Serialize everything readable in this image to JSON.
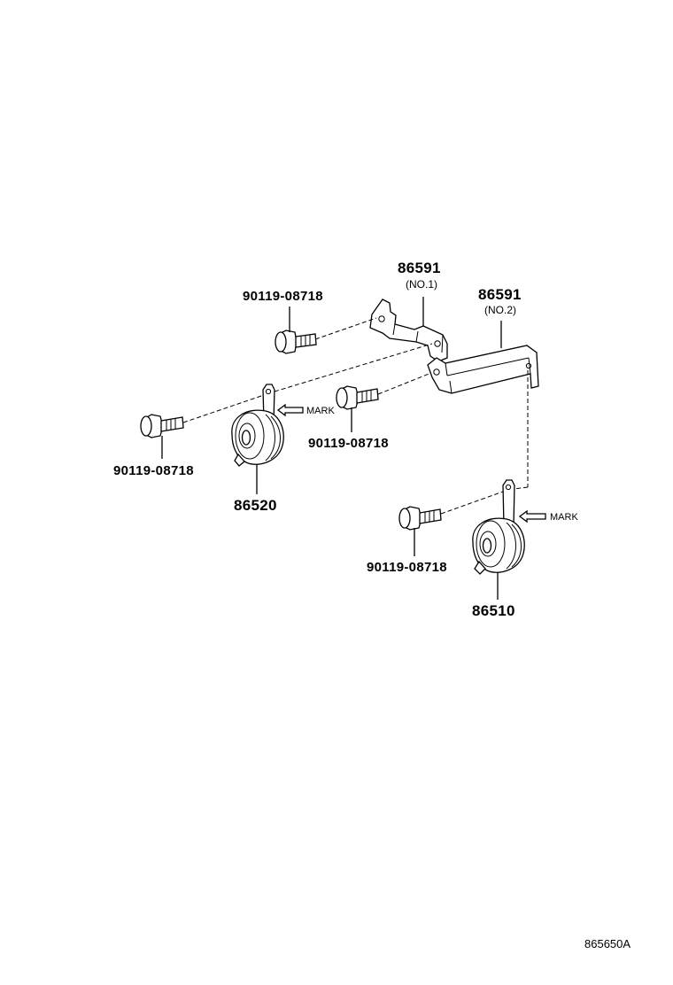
{
  "diagram": {
    "labels": {
      "bracket_no1_part": "86591",
      "bracket_no1_sub": "(NO.1)",
      "bracket_no2_part": "86591",
      "bracket_no2_sub": "(NO.2)",
      "bolt_top": "90119-08718",
      "bolt_left": "90119-08718",
      "bolt_middle": "90119-08718",
      "bolt_lower": "90119-08718",
      "horn_low": "86520",
      "horn_high": "86510",
      "mark_upper": "MARK",
      "mark_lower": "MARK",
      "figure_code": "865650A"
    }
  }
}
